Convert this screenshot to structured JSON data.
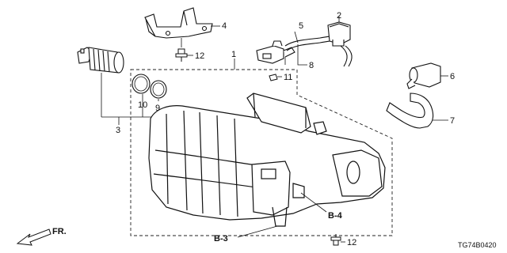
{
  "callouts": {
    "c1": "1",
    "c2": "2",
    "c3": "3",
    "c4": "4",
    "c5": "5",
    "c6": "6",
    "c7": "7",
    "c8": "8",
    "c9": "9",
    "c10": "10",
    "c11": "11",
    "c12_top": "12",
    "c12_bottom": "12"
  },
  "refs": {
    "b3": "B-3",
    "b4": "B-4"
  },
  "direction": "FR.",
  "diagram_code": "TG74B0420"
}
